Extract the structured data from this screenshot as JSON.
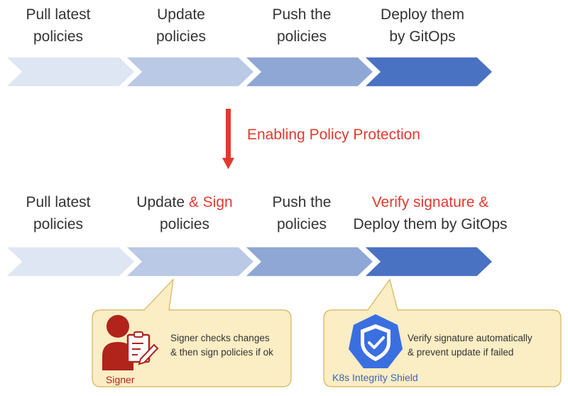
{
  "top_stages": [
    {
      "line1": "Pull latest",
      "line2": "policies"
    },
    {
      "line1": "Update",
      "line2": "policies"
    },
    {
      "line1": "Push the",
      "line2": "policies"
    },
    {
      "line1": "Deploy them",
      "line2": "by GitOps"
    }
  ],
  "transition_label": "Enabling Policy Protection",
  "bottom_stages": [
    {
      "line1": "Pull latest",
      "line2": "policies"
    },
    {
      "line1_a": "Update",
      "line1_b": " & Sign",
      "line2": "policies"
    },
    {
      "line1": "Push the",
      "line2": "policies"
    },
    {
      "line1": "Verify signature &",
      "line2": "Deploy them by GitOps"
    }
  ],
  "signer_callout": {
    "line1": "Signer checks changes",
    "line2": "& then sign policies if ok",
    "caption": "Signer"
  },
  "shield_callout": {
    "line1": "Verify signature automatically",
    "line2": "& prevent update if failed",
    "caption": "K8s Integrity Shield"
  },
  "colors": {
    "chevron_1": "#dfe6f3",
    "chevron_2": "#b9c9e6",
    "chevron_3": "#8ea7d5",
    "chevron_4": "#4a72c2",
    "accent_red": "#e03a2f",
    "callout_fill": "#fbedc4",
    "callout_border": "#d6b45c",
    "signer_red": "#b0241c",
    "shield_blue": "#3a67b8"
  }
}
